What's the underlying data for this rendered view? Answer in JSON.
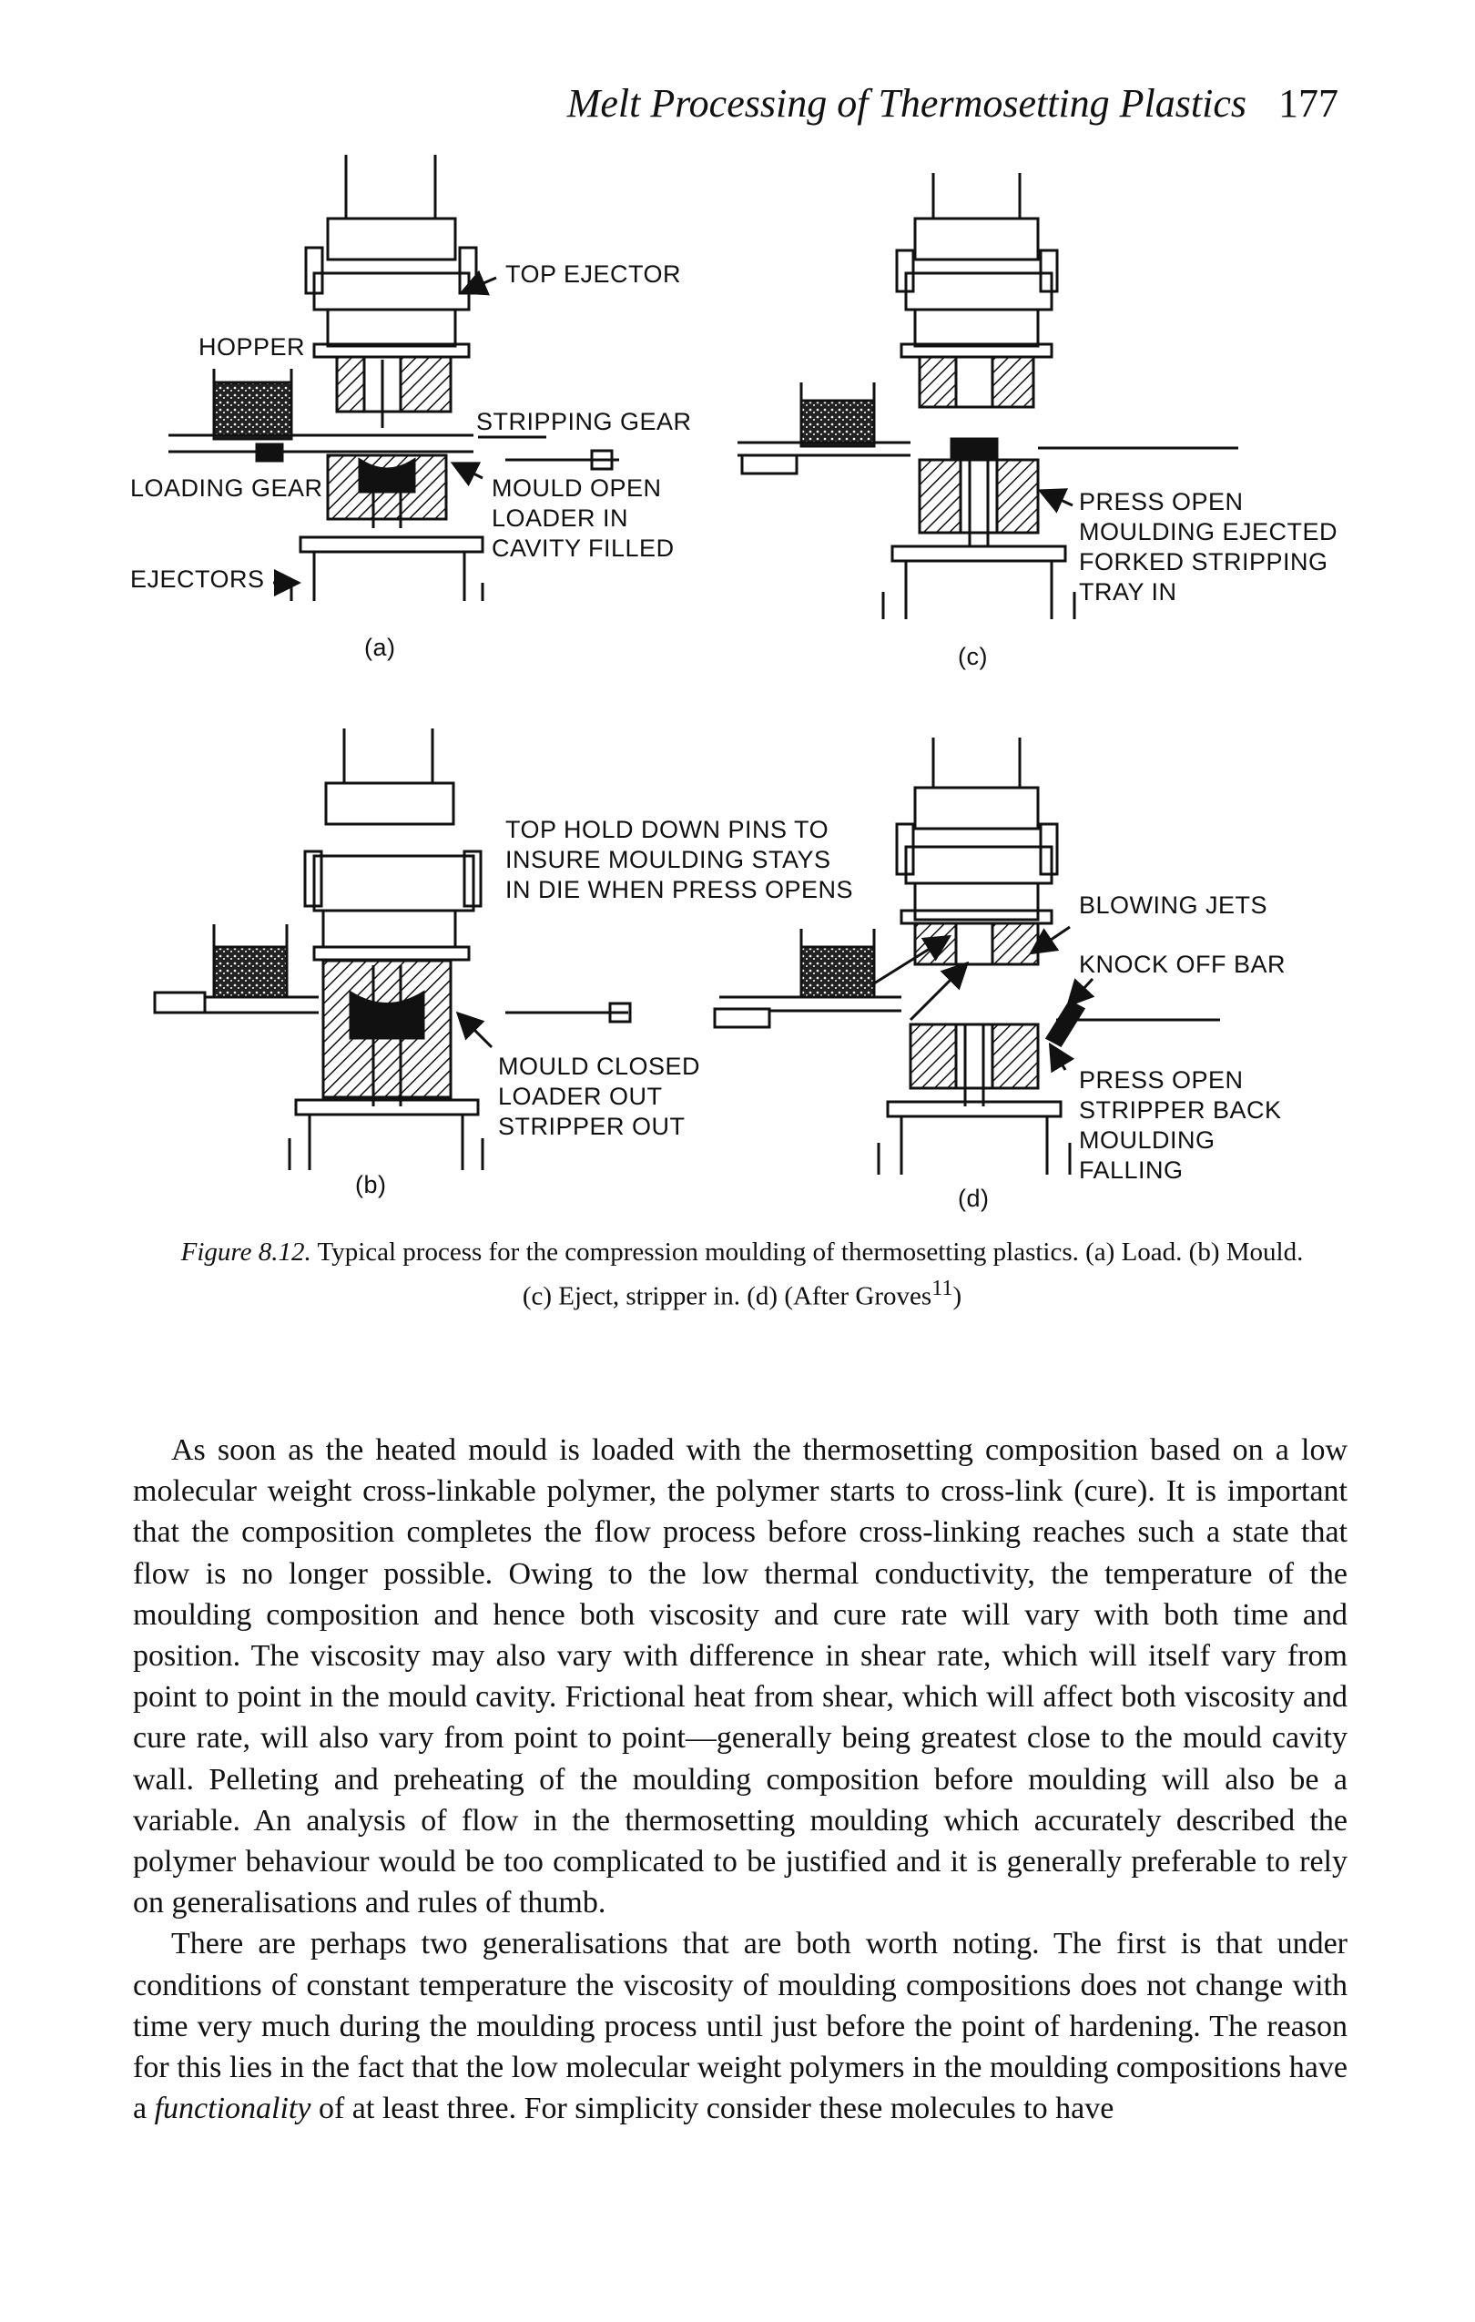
{
  "header": {
    "running_title": "Melt Processing of Thermosetting Plastics",
    "page_number": "177"
  },
  "figure": {
    "labels": {
      "hopper": "HOPPER",
      "top_ejector": "TOP EJECTOR",
      "stripping_gear": "STRIPPING GEAR",
      "loading_gear": "LOADING GEAR",
      "a_status_1": "MOULD OPEN",
      "a_status_2": "LOADER IN",
      "a_status_3": "CAVITY FILLED",
      "ejectors": "EJECTORS",
      "c_status_1": "PRESS OPEN",
      "c_status_2": "MOULDING EJECTED",
      "c_status_3": "FORKED STRIPPING",
      "c_status_4": "TRAY IN",
      "b_top_1": "TOP HOLD DOWN PINS TO",
      "b_top_2": "INSURE MOULDING STAYS",
      "b_top_3": "IN DIE WHEN PRESS OPENS",
      "blowing_jets": "BLOWING JETS",
      "knock_off_bar": "KNOCK OFF BAR",
      "b_status_1": "MOULD CLOSED",
      "b_status_2": "LOADER OUT",
      "b_status_3": "STRIPPER OUT",
      "d_status_1": "PRESS OPEN",
      "d_status_2": "STRIPPER BACK",
      "d_status_3": "MOULDING",
      "d_status_4": "FALLING"
    },
    "panels": [
      "(a)",
      "(b)",
      "(c)",
      "(d)"
    ],
    "caption_label": "Figure 8.12.",
    "caption_text": "Typical process for the compression moulding of thermosetting plastics. (a) Load. (b) Mould. (c) Eject, stripper in. (d) (After Groves",
    "caption_ref": "11",
    "caption_end": ")"
  },
  "body": {
    "p1": "As soon as the heated mould is loaded with the thermosetting composition based on a low molecular weight cross-linkable polymer, the polymer starts to cross-link (cure). It is important that the composition completes the flow process before cross-linking reaches such a state that flow is no longer possible. Owing to the low thermal conductivity, the temperature of the moulding composition and hence both viscosity and cure rate will vary with both time and position. The viscosity may also vary with difference in shear rate, which will itself vary from point to point in the mould cavity. Frictional heat from shear, which will affect both viscosity and cure rate, will also vary from point to point—generally being greatest close to the mould cavity wall. Pelleting and preheating of the moulding composition before moulding will also be a variable. An analysis of flow in the thermosetting moulding which accurately described the polymer behaviour would be too complicated to be justified and it is generally preferable to rely on generalisations and rules of thumb.",
    "p2_start": "There are perhaps two generalisations that are both worth noting. The first is that under conditions of constant temperature the viscosity of moulding compositions does not change with time very much during the moulding process until just before the point of hardening. The reason for this lies in the fact that the low molecular weight polymers in the moulding compositions have a ",
    "p2_em": "functionality",
    "p2_end": " of at least three. For simplicity consider these molecules to have"
  }
}
